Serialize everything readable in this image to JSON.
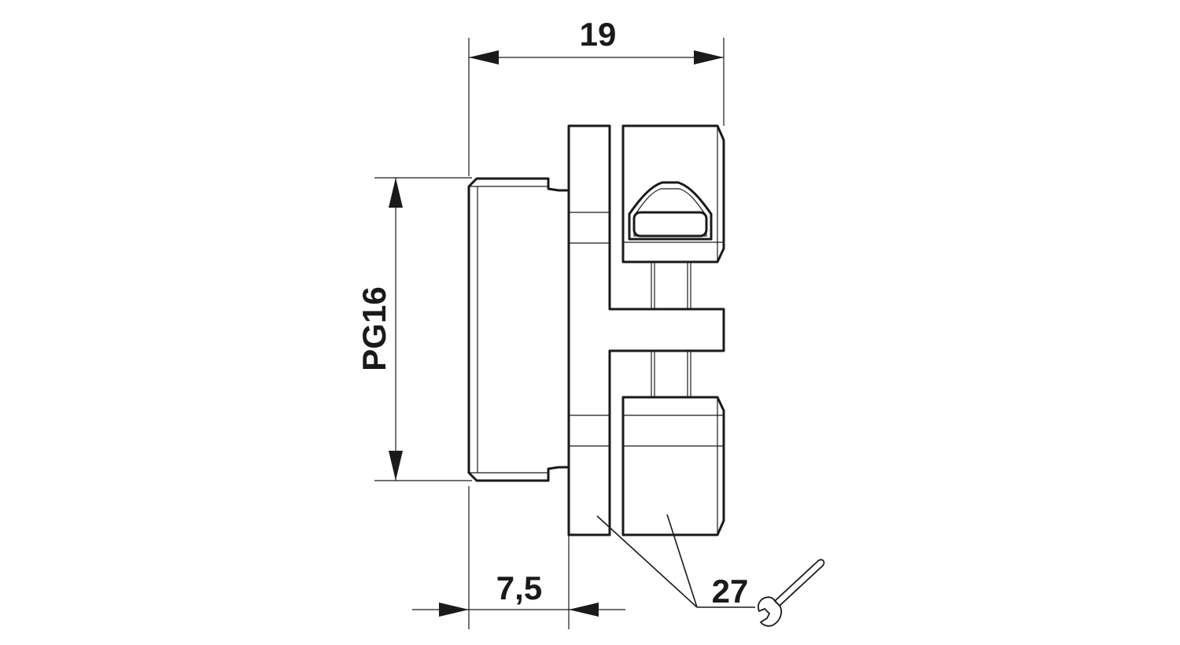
{
  "dimensions": {
    "total_width": "19",
    "thread_size": "PG16",
    "thread_length": "7,5",
    "wrench_size": "27"
  },
  "icons": {
    "wrench": "open-end-wrench-icon"
  },
  "colors": {
    "line": "#1a1a1a",
    "background": "#ffffff"
  }
}
